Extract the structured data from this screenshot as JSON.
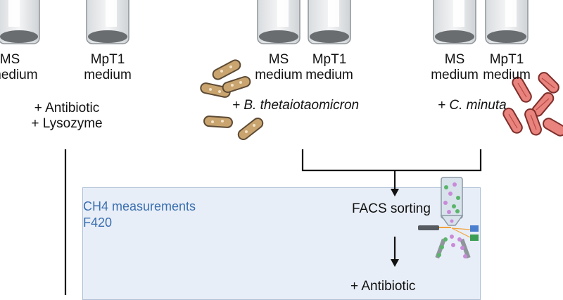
{
  "top_left": {
    "medium_1": [
      "MS",
      "medium"
    ],
    "medium_2": [
      "MpT1",
      "medium"
    ],
    "additions": [
      "+ Antibiotic",
      "+ Lysozyme"
    ]
  },
  "top_mid": {
    "medium_1": [
      "MS",
      "medium"
    ],
    "medium_2": [
      "MpT1",
      "medium"
    ],
    "addition": "+ B. thetaiotaomicron"
  },
  "top_right": {
    "medium_1": [
      "MS",
      "medium"
    ],
    "medium_2": [
      "MpT1",
      "medium"
    ],
    "addition": "+ C. minuta"
  },
  "box": {
    "measure_1": "CH4 measurements",
    "measure_2": "F420",
    "sort_label": "FACS sorting",
    "after_sort": "+ Antibiotic"
  },
  "colors": {
    "box_fill": "#e8eef7",
    "box_border": "#aebfd6",
    "b_theta_fill": "#c9a46f",
    "c_minuta_fill": "#e9837d",
    "measure_text": "#3a6fb0"
  }
}
